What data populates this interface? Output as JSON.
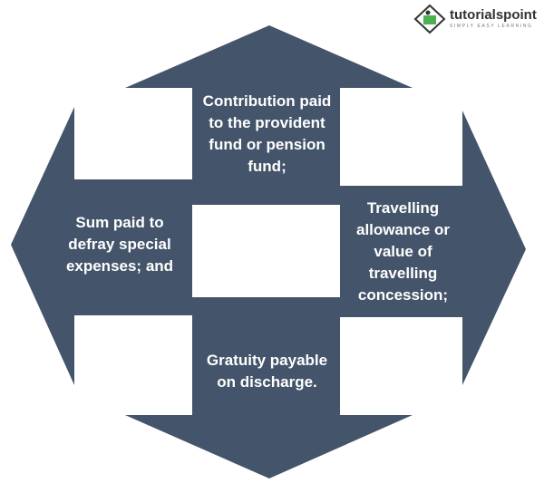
{
  "logo": {
    "name": "tutorialspoint",
    "tagline": "SIMPLY EASY LEARNING"
  },
  "colors": {
    "arrow": "#44546a",
    "text": "#ffffff"
  },
  "arrows": {
    "top": "Contribution paid to the provident fund or pension fund;",
    "right": "Travelling allowance or value of travelling concession;",
    "bottom": "Gratuity payable on discharge.",
    "left": "Sum paid to defray special expenses; and"
  }
}
